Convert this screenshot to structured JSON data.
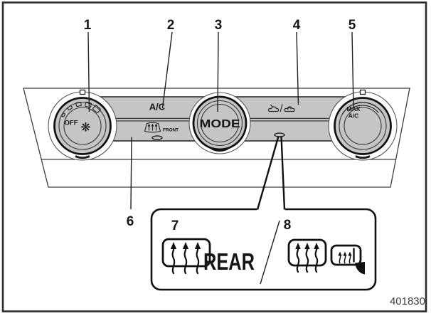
{
  "figure": {
    "code": "401830"
  },
  "colors": {
    "line": "#1f1f1f",
    "panel_gray": "#c5c5c5",
    "background": "#ffffff"
  },
  "panel": {
    "fan_knob": {
      "off_label": "OFF",
      "fan_glyph": "❋"
    },
    "ac_label": "A/C",
    "front_defrost_label": "FRONT",
    "mode_label": "MODE",
    "max_ac_label_line1": "MAX",
    "max_ac_label_line2": "A/C"
  },
  "callout_box": {
    "rear_label": "REAR"
  },
  "callouts": [
    "1",
    "2",
    "3",
    "4",
    "5",
    "6",
    "7",
    "8"
  ],
  "icons": {
    "fan": "fan-icon",
    "front_defroster": "front-defroster-icon",
    "recirculation": "fresh-air-recirculation-icon",
    "rear_defogger": "rear-defogger-icon",
    "mirror_defogger": "mirror-defogger-icon"
  }
}
